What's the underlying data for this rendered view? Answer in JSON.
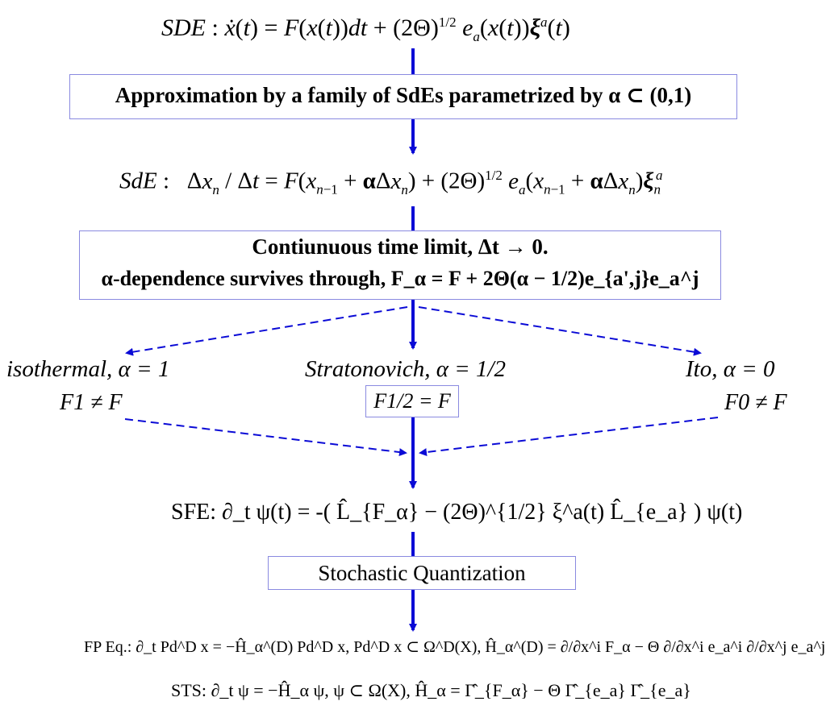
{
  "colors": {
    "arrow": "#0b0bd6",
    "box_border": "#8a8ae0",
    "text": "#000000"
  },
  "sde": "SDE : ẋ(t) = F(x(t))dt + (2Θ)^{1/2} e_a(x(t)) ξ^a(t)",
  "box_approximation": "Approximation by a family of SdEs parametrized by α ⊂ (0,1)",
  "sde_discrete": "SdE :  Δx_n / Δt = F(x_{n−1} + αΔx_n) + (2Θ)^{1/2} e_a(x_{n−1} + αΔx_n) ξ_n^a",
  "box_limit": {
    "line1": "Contiunuous time limit, Δt → 0.",
    "line2": "α-dependence survives through, F_α = F + 2Θ(α − 1/2)e_{a',j}e_a^j"
  },
  "branches": {
    "left": {
      "label": "isothermal, α = 1",
      "relation": "F1 ≠ F"
    },
    "middle": {
      "label": "Stratonovich, α = 1/2",
      "relation": "F1/2 = F"
    },
    "right": {
      "label": "Ito, α = 0",
      "relation": "F0 ≠ F"
    }
  },
  "sfe": "SFE: ∂_t ψ(t) = -( L̂_{F_α} − (2Θ)^{1/2} ξ^a(t) L̂_{e_a} ) ψ(t)",
  "box_quantization": "Stochastic Quantization",
  "fp_eq": "FP Eq.: ∂_t Pd^D x = −Ĥ_α^(D) Pd^D x,   Pd^D x ⊂ Ω^D(X),   Ĥ_α^(D) = ∂/∂x^i F_α − Θ ∂/∂x^i e_a^i ∂/∂x^j e_a^j",
  "sts": "STS: ∂_t ψ = −Ĥ_α ψ,   ψ ⊂ Ω(X),   Ĥ_α = Γ̂_{F_α} − Θ Γ̂_{e_a} Γ̂_{e_a}"
}
